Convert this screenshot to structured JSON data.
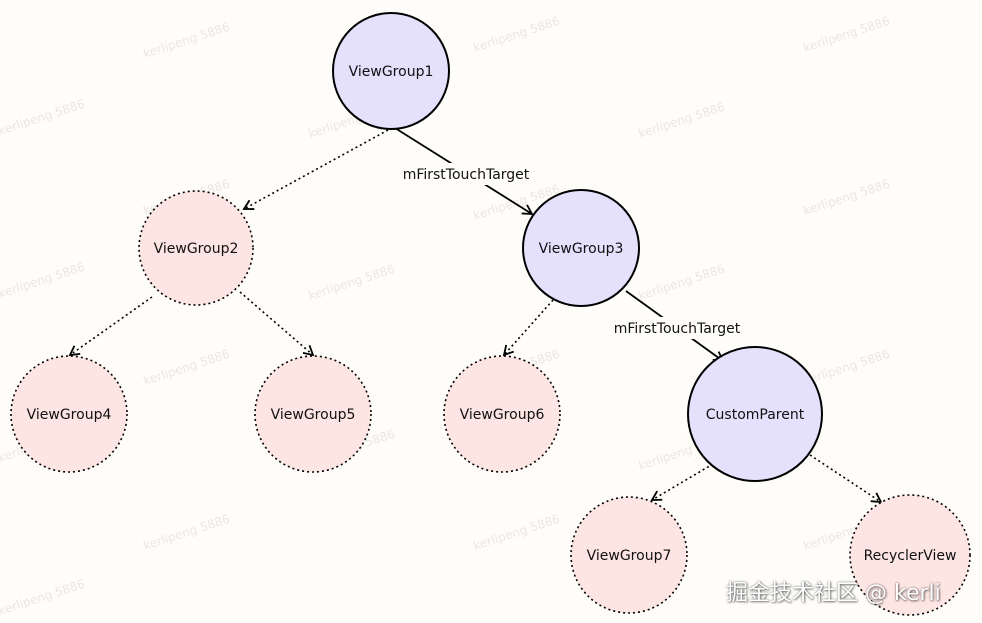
{
  "colors": {
    "background": "#fffdfa",
    "node_solid_fill": "#e5e0fb",
    "node_dotted_fill": "#fde5e3",
    "stroke": "#000000",
    "watermark": "#d9d4cf"
  },
  "nodes": {
    "vg1": {
      "label": "ViewGroup1",
      "style": "solid"
    },
    "vg2": {
      "label": "ViewGroup2",
      "style": "dotted"
    },
    "vg3": {
      "label": "ViewGroup3",
      "style": "solid"
    },
    "vg4": {
      "label": "ViewGroup4",
      "style": "dotted"
    },
    "vg5": {
      "label": "ViewGroup5",
      "style": "dotted"
    },
    "vg6": {
      "label": "ViewGroup6",
      "style": "dotted"
    },
    "custom": {
      "label": "CustomParent",
      "style": "solid"
    },
    "vg7": {
      "label": "ViewGroup7",
      "style": "dotted"
    },
    "rv": {
      "label": "RecyclerView",
      "style": "dotted"
    }
  },
  "edges": {
    "e1": {
      "from": "ViewGroup1",
      "to": "ViewGroup2",
      "style": "dotted",
      "label": ""
    },
    "e2": {
      "from": "ViewGroup1",
      "to": "ViewGroup3",
      "style": "solid",
      "label": "mFirstTouchTarget"
    },
    "e3": {
      "from": "ViewGroup2",
      "to": "ViewGroup4",
      "style": "dotted",
      "label": ""
    },
    "e4": {
      "from": "ViewGroup2",
      "to": "ViewGroup5",
      "style": "dotted",
      "label": ""
    },
    "e5": {
      "from": "ViewGroup3",
      "to": "ViewGroup6",
      "style": "dotted",
      "label": ""
    },
    "e6": {
      "from": "ViewGroup3",
      "to": "CustomParent",
      "style": "solid",
      "label": "mFirstTouchTarget"
    },
    "e7": {
      "from": "CustomParent",
      "to": "ViewGroup7",
      "style": "dotted",
      "label": ""
    },
    "e8": {
      "from": "CustomParent",
      "to": "RecyclerView",
      "style": "dotted",
      "label": ""
    }
  },
  "watermark": {
    "text": "kerlipeng 5886",
    "brand": "掘金技术社区 @ kerli"
  }
}
